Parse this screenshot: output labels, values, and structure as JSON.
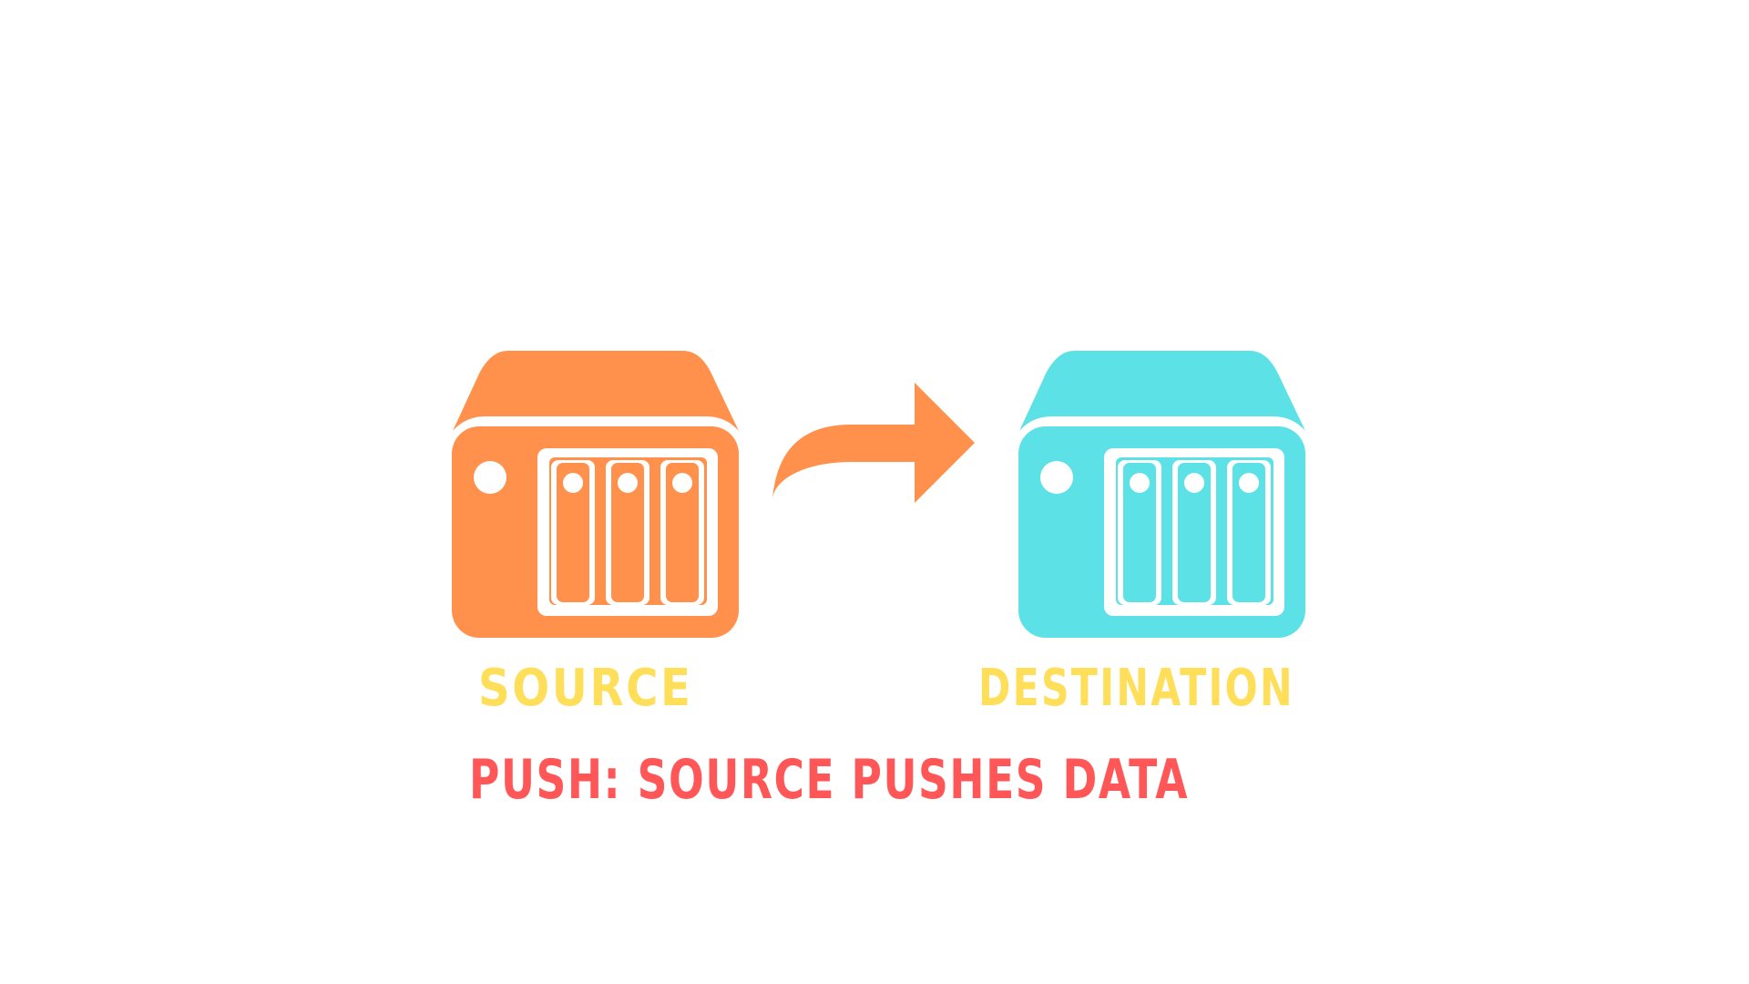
{
  "diagram": {
    "source": {
      "label": "SOURCE",
      "icon": "nas-server-icon",
      "color": "#FF914D"
    },
    "destination": {
      "label": "DESTINATION",
      "icon": "nas-server-icon",
      "color": "#5CE1E6"
    },
    "arrow": {
      "icon": "curved-arrow-right-icon",
      "color": "#FF914D"
    },
    "caption": "PUSH: SOURCE PUSHES DATA",
    "colors": {
      "label": "#FFDE59",
      "caption": "#FF5757",
      "background": "#FFFFFF"
    }
  }
}
